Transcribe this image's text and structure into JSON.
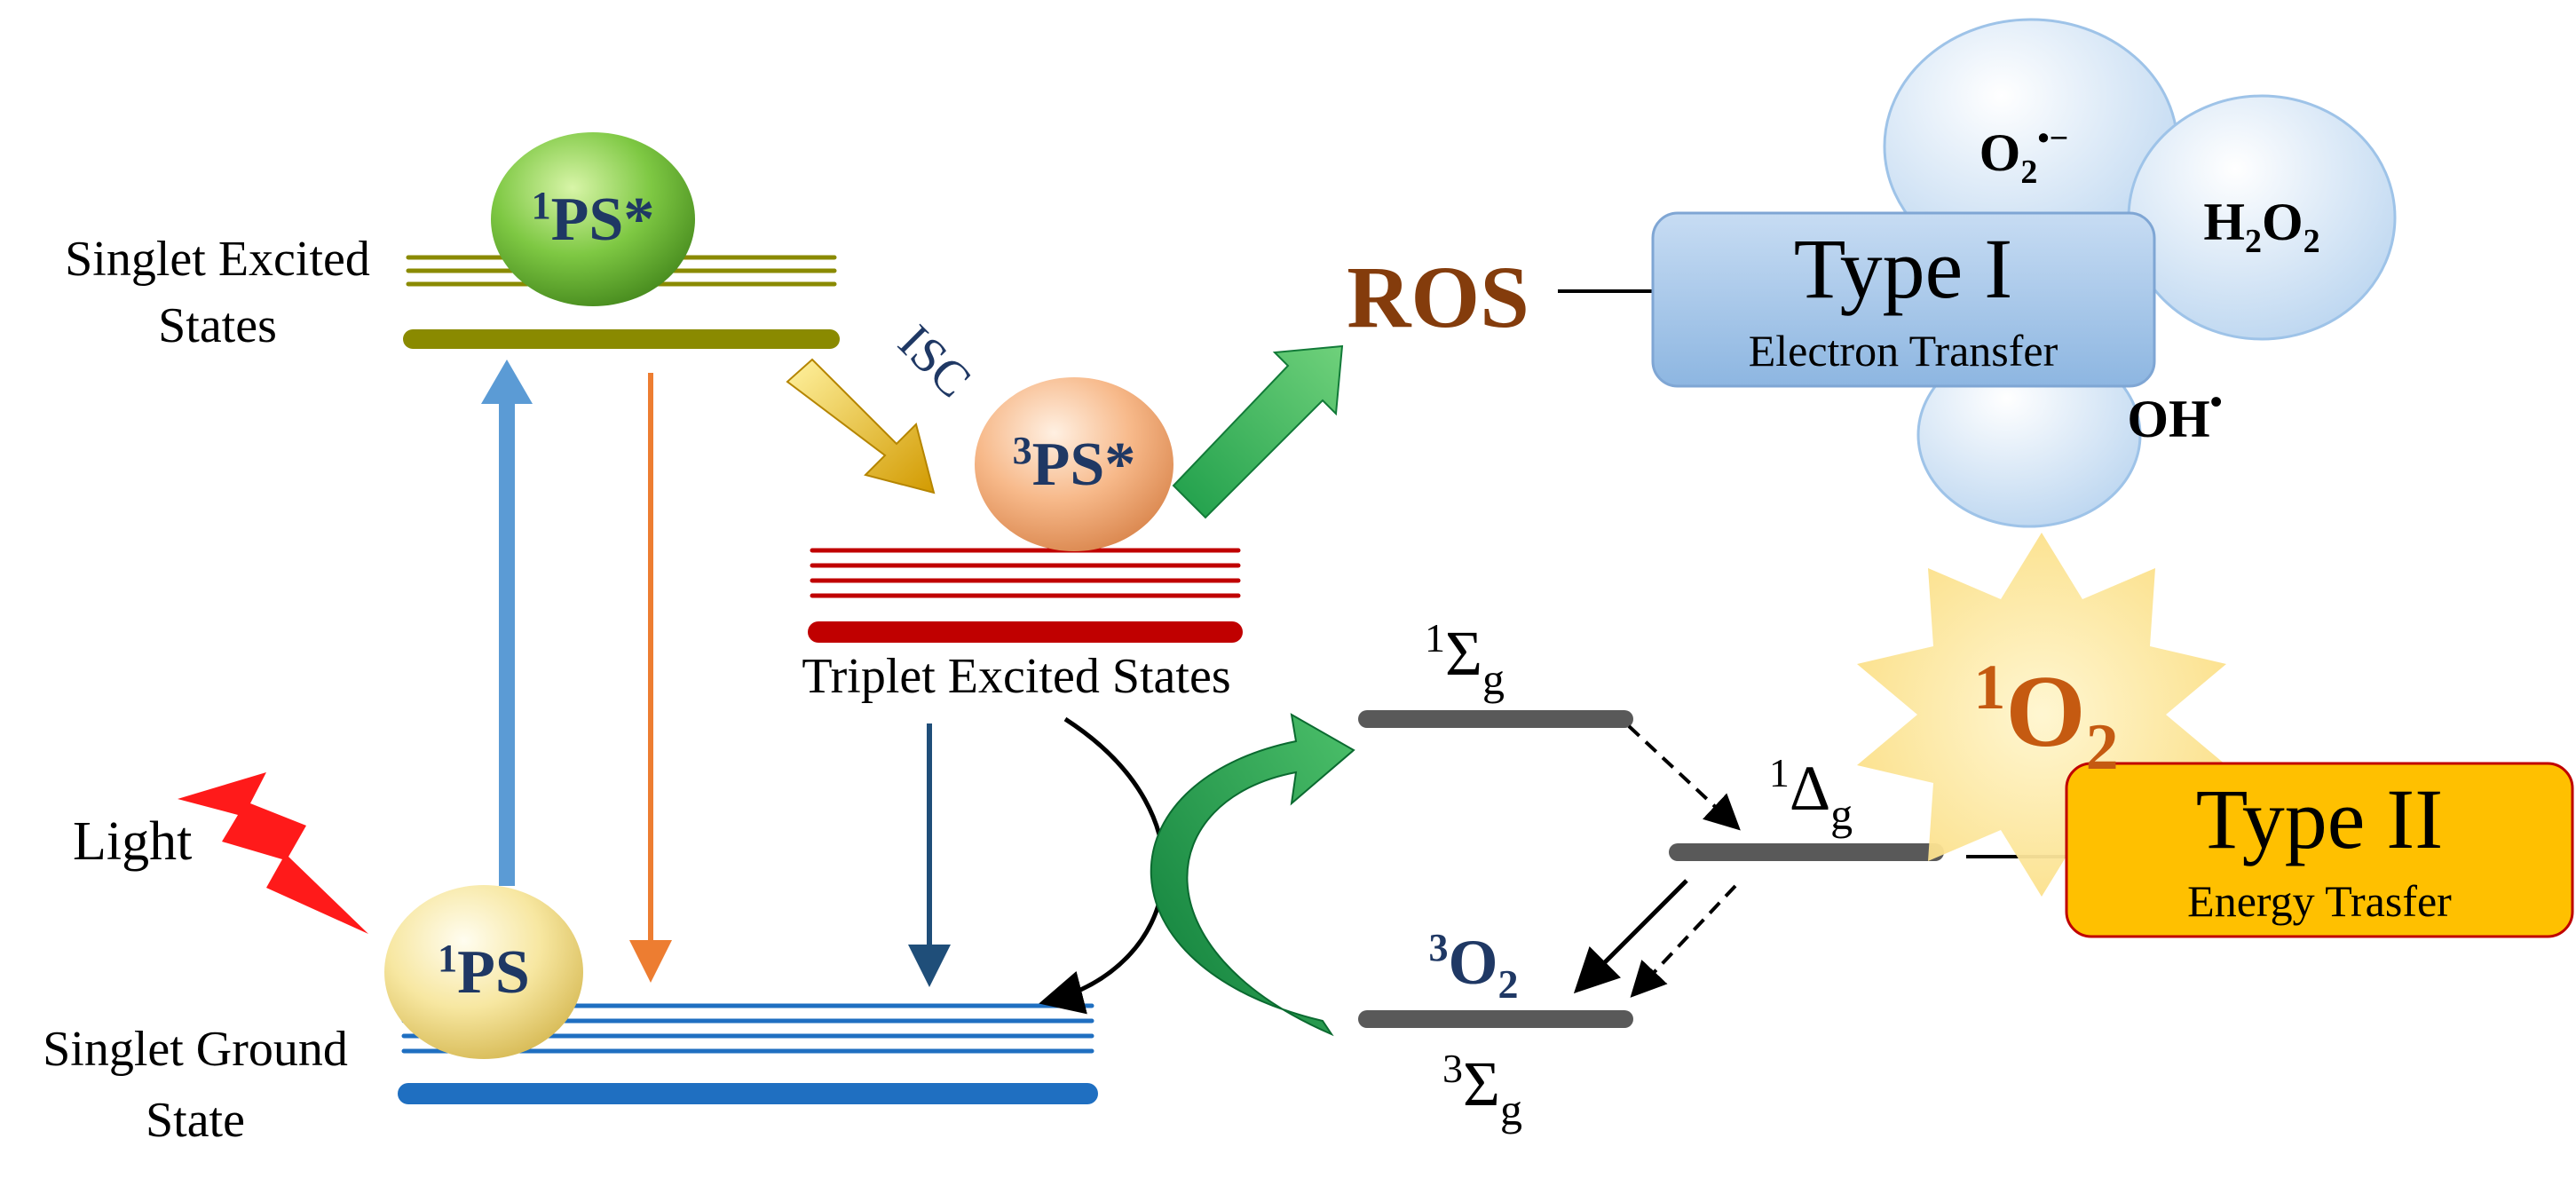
{
  "labels": {
    "singlet_excited_1": "Singlet Excited",
    "singlet_excited_2": "States",
    "singlet_ground_1": "Singlet Ground",
    "singlet_ground_2": "State",
    "light": "Light",
    "triplet_excited": "Triplet Excited States",
    "isc": "ISC",
    "ros": "ROS"
  },
  "species": {
    "ps1_star": {
      "sup": "1",
      "base": "PS*"
    },
    "ps3_star": {
      "sup": "3",
      "base": "PS*"
    },
    "ps1_ground": {
      "sup": "1",
      "base": "PS"
    },
    "o2_ground": {
      "sup": "3",
      "base": "O",
      "sub": "2"
    },
    "singlet_oxygen": {
      "sup": "1",
      "base": "O",
      "sub": "2"
    }
  },
  "radicals": {
    "superoxide": {
      "base": "O",
      "sub": "2",
      "sup": "•−"
    },
    "peroxide": {
      "p1": "H",
      "s1": "2",
      "p2": "O",
      "s2": "2"
    },
    "hydroxyl": {
      "base": "OH",
      "sup": "•"
    }
  },
  "oxygen_states": {
    "sigma_upper": {
      "sup": "1",
      "base": "Σ",
      "sub": "g"
    },
    "delta": {
      "sup": "1",
      "base": "Δ",
      "sub": "g"
    },
    "sigma_ground": {
      "sup": "3",
      "base": "Σ",
      "sub": "g"
    }
  },
  "mechanisms": {
    "type1": {
      "title": "Type I",
      "subtitle": "Electron Transfer"
    },
    "type2": {
      "title": "Type II",
      "subtitle": "Energy Trasfer"
    }
  },
  "colors": {
    "singlet_excited_line": "#8a8a00",
    "triplet_line": "#c00000",
    "ground_line": "#1f6fc1",
    "oxygen_level": "#595959",
    "ps1_star_fill": "#7ec843",
    "ps3_star_fill": "#f7b98a",
    "ps1_ground_fill": "#f7e7a1",
    "species_text": "#1f3864",
    "ros_text": "#843c0c",
    "singlet_oxygen_text": "#c55a11",
    "excitation_arrow": "#5b9bd5",
    "fluorescence_arrow": "#ed7d31",
    "phosphorescence_arrow": "#1f4e79",
    "isc_arrow": "#e8b000",
    "green_arrow": "#1e9e4a",
    "light_bolt": "#ff1a1a",
    "type1_fill": "#a9c8ea",
    "type2_fill": "#ffc000",
    "type2_border": "#c00000",
    "bubble_fill": "#d6e6f7",
    "starburst_fill": "#fde9a8"
  }
}
